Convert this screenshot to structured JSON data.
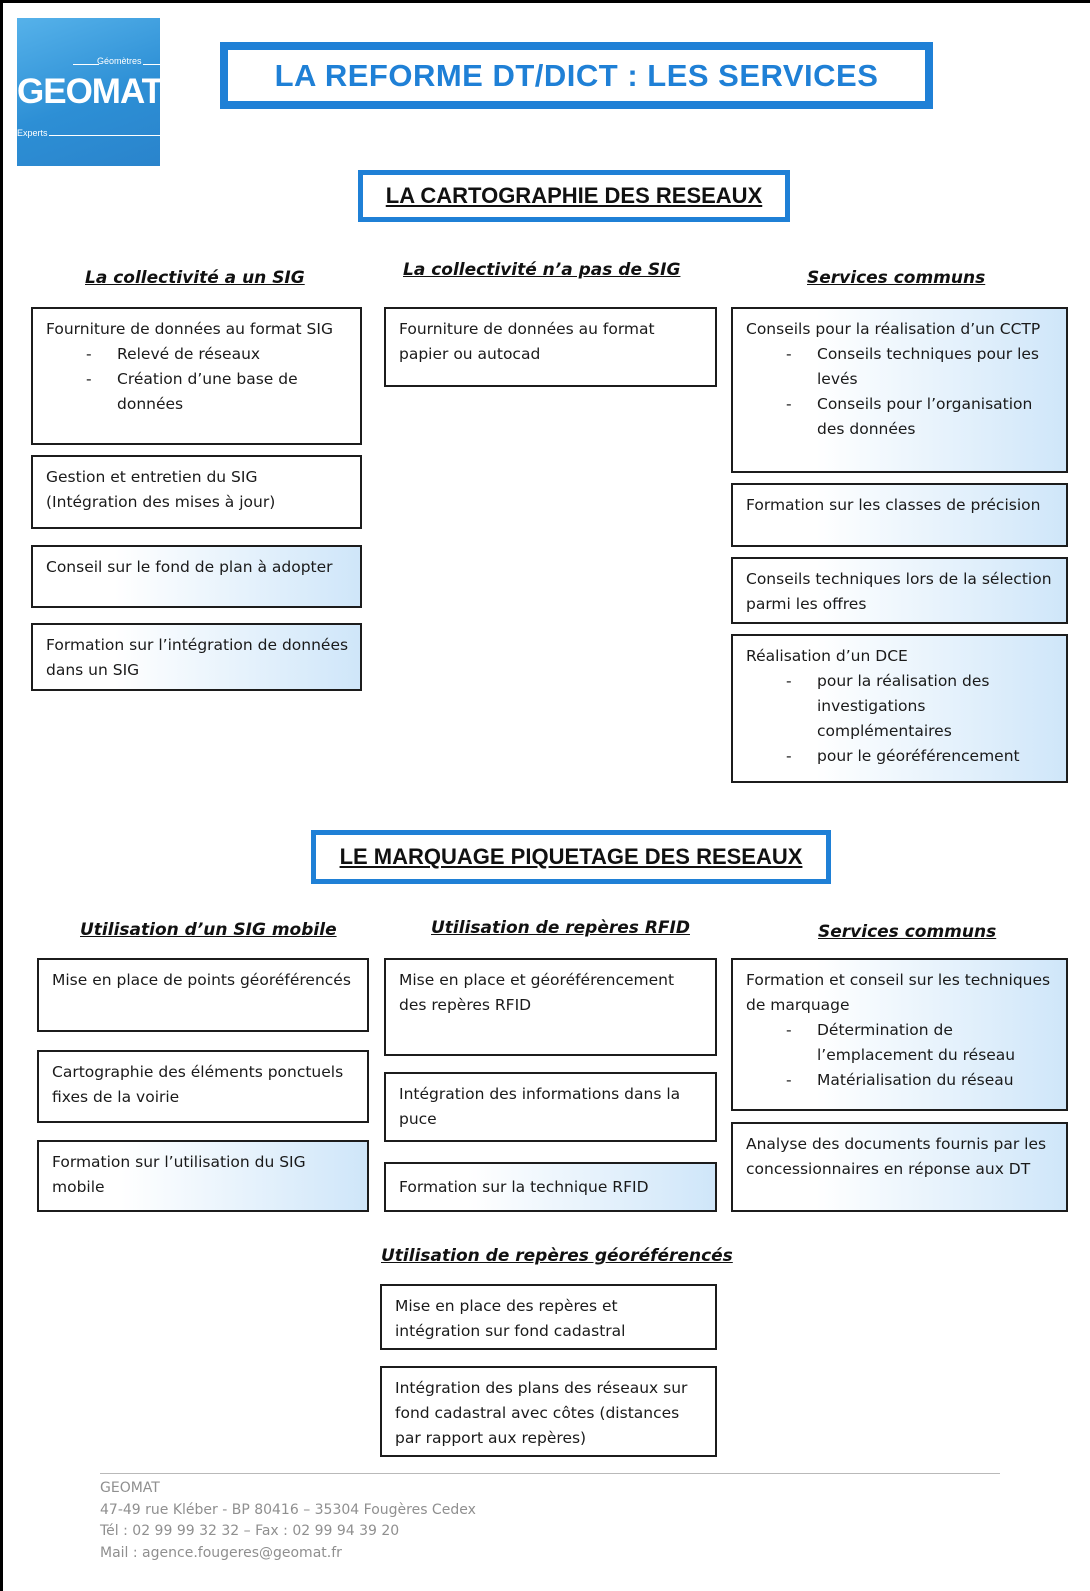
{
  "logo": {
    "top_text": "Géomètres",
    "name": "GEOMAT",
    "bottom_text": "Experts"
  },
  "title": "LA REFORME DT/DICT : LES SERVICES",
  "sections": {
    "cartographie": {
      "title": "LA CARTOGRAPHIE DES RESEAUX",
      "col1": {
        "heading": "La collectivité a un SIG",
        "box1": {
          "text": "Fourniture de données au format SIG",
          "items": [
            "Relevé de réseaux",
            "Création d’une base de données"
          ]
        },
        "box2": "Gestion et entretien du SIG (Intégration des mises à jour)",
        "box3": "Conseil sur le fond de plan à adopter",
        "box4": "Formation sur l’intégration de données dans un SIG"
      },
      "col2": {
        "heading": "La collectivité n’a pas de SIG",
        "box1": "Fourniture de données au format papier ou autocad"
      },
      "col3": {
        "heading": "Services communs",
        "box1": {
          "text": "Conseils pour la réalisation d’un CCTP",
          "items": [
            "Conseils techniques pour les levés",
            "Conseils pour l’organisation des données"
          ]
        },
        "box2": "Formation sur les classes de précision",
        "box3": "Conseils techniques lors de la sélection parmi les offres",
        "box4": {
          "text": "Réalisation d’un DCE",
          "items": [
            "pour la réalisation des investigations complémentaires",
            "pour le géoréférencement"
          ]
        }
      }
    },
    "marquage": {
      "title": "LE MARQUAGE PIQUETAGE DES RESEAUX",
      "col1": {
        "heading": "Utilisation d’un SIG mobile",
        "box1": "Mise en place de points géoréférencés",
        "box2": "Cartographie des éléments ponctuels fixes de la voirie",
        "box3": "Formation sur l’utilisation du SIG mobile"
      },
      "col2": {
        "heading": "Utilisation de repères RFID",
        "box1": "Mise en place et géoréférencement des repères RFID",
        "box2": "Intégration des informations dans la puce",
        "box3": "Formation sur la technique RFID"
      },
      "col3": {
        "heading": "Services communs",
        "box1": {
          "text": "Formation et conseil sur les techniques de marquage",
          "items": [
            "Détermination de l’emplacement du réseau",
            "Matérialisation du réseau"
          ]
        },
        "box2": "Analyse des documents fournis par les concessionnaires en réponse aux DT"
      },
      "col4": {
        "heading": "Utilisation de repères géoréférencés",
        "box1": "Mise en place des repères et intégration sur fond cadastral",
        "box2": "Intégration des plans des réseaux sur fond cadastral avec côtes (distances par rapport aux repères)"
      }
    }
  },
  "footer": {
    "company": "GEOMAT",
    "address": "47-49 rue Kléber - BP 80416 – 35304 Fougères Cedex",
    "phone": "Tél : 02 99 99 32 32 – Fax : 02 99 94 39 20",
    "mail": "Mail : agence.fougeres@geomat.fr"
  },
  "colors": {
    "accent": "#1f80d6",
    "box_gradient": "#cfe6f9"
  }
}
